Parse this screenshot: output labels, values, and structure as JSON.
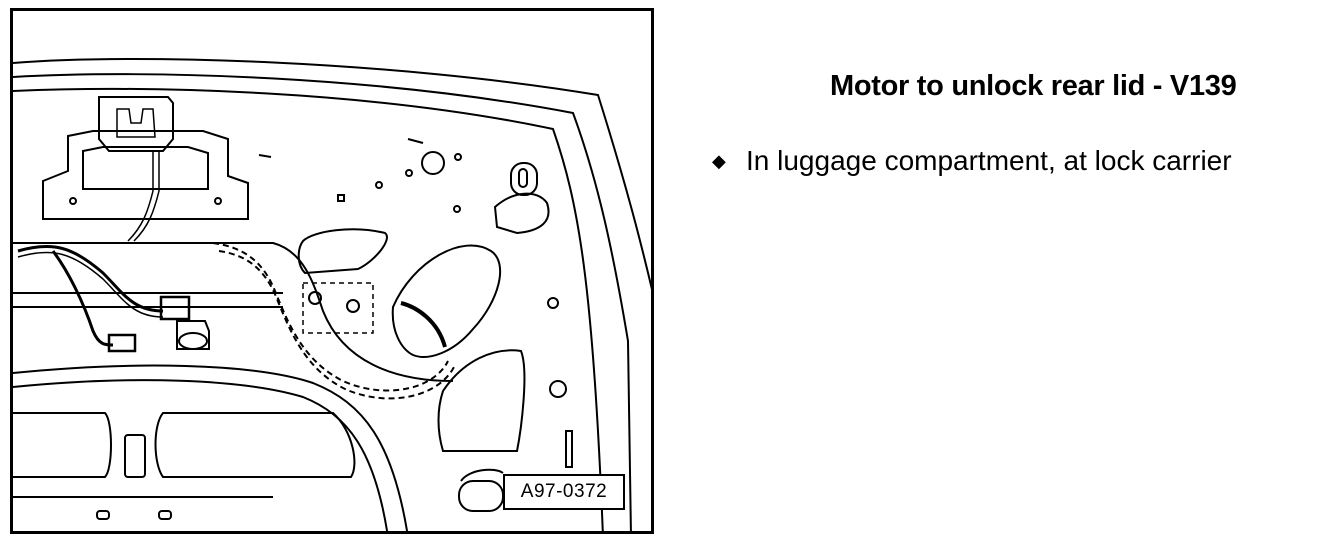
{
  "figure": {
    "code": "A97-0372"
  },
  "heading": "Motor to unlock rear lid - V139",
  "bullets": [
    {
      "icon": "diamond-bullet-icon",
      "text": "In luggage compartment, at lock carrier"
    }
  ],
  "colors": {
    "ink": "#000000",
    "paper": "#ffffff"
  }
}
